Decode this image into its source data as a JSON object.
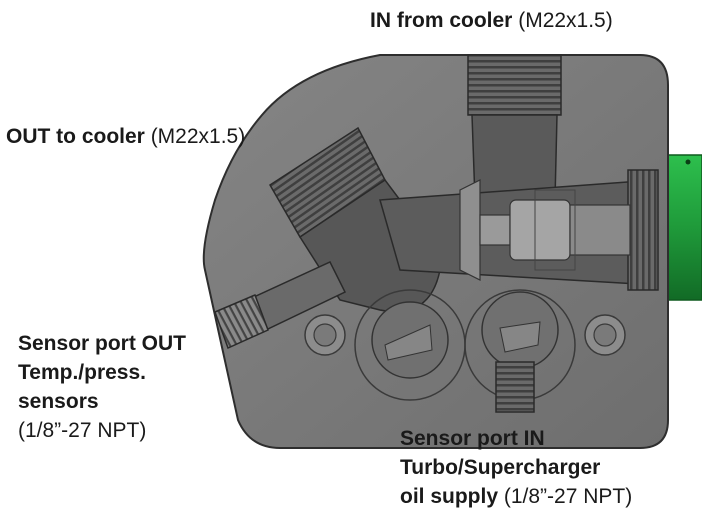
{
  "labels": {
    "in_from_cooler": {
      "title": "IN from cooler",
      "spec": "(M22x1.5)"
    },
    "out_to_cooler": {
      "title": "OUT to cooler",
      "spec": "(M22x1.5)"
    },
    "sensor_out": {
      "line1": "Sensor port OUT",
      "line2": "Temp./press.",
      "line3": "sensors",
      "spec": "(1/8”-27 NPT)"
    },
    "sensor_in": {
      "line1": "Sensor port IN",
      "line2": "Turbo/Supercharger",
      "line3": "oil supply",
      "spec": "(1/8”-27 NPT)"
    }
  },
  "colors": {
    "body": "#7a7a7a",
    "body_dark": "#555555",
    "thread": "#5e5e5e",
    "green": "#1f9a3a",
    "text": "#1a1a1a"
  }
}
